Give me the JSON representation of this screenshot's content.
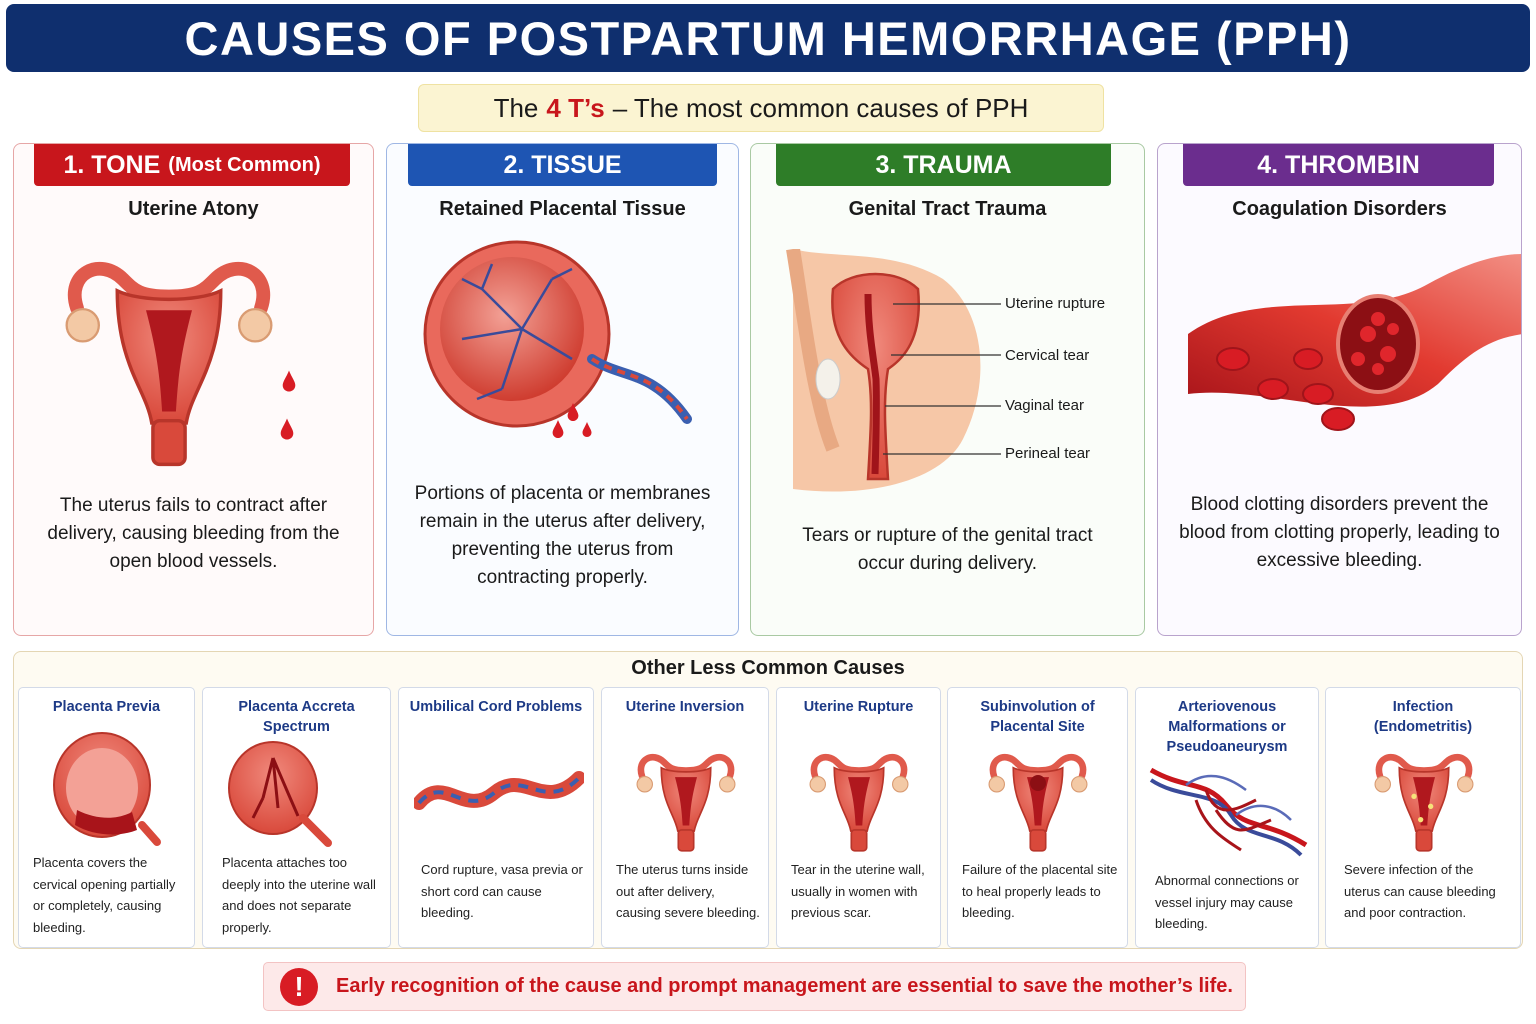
{
  "title": "CAUSES OF POSTPARTUM HEMORRHAGE (PPH)",
  "subtitle": {
    "pre": "The",
    "highlight": "4 T’s",
    "post": "– The most common causes of PPH"
  },
  "colors": {
    "title_bg": "#0f2f6e",
    "tone": "#c8161c",
    "tissue": "#1e55b3",
    "trauma": "#2e7d28",
    "thrombin": "#6b2d8e",
    "alert": "#c8161c"
  },
  "cards": [
    {
      "head": "1. TONE",
      "head_note": "(Most Common)",
      "sub": "Uterine Atony",
      "desc": "The uterus fails to contract after delivery, causing bleeding from the open blood vessels."
    },
    {
      "head": "2. TISSUE",
      "sub": "Retained Placental Tissue",
      "desc": "Portions of placenta or membranes remain in the uterus after delivery, preventing the uterus from contracting properly."
    },
    {
      "head": "3. TRAUMA",
      "sub": "Genital Tract Trauma",
      "desc": "Tears or rupture of the genital tract occur during delivery.",
      "labels": [
        "Uterine rupture",
        "Cervical tear",
        "Vaginal tear",
        "Perineal tear"
      ]
    },
    {
      "head": "4. THROMBIN",
      "sub": "Coagulation Disorders",
      "desc": "Blood clotting disorders prevent the blood from clotting properly, leading to excessive bleeding."
    }
  ],
  "other": {
    "title": "Other Less Common Causes",
    "items": [
      {
        "title": "Placenta Previa",
        "desc": "Placenta covers the cervical opening partially or completely, causing bleeding."
      },
      {
        "title": "Placenta Accreta Spectrum",
        "desc": "Placenta attaches too deeply into the uterine wall and does not separate properly."
      },
      {
        "title": "Umbilical Cord Problems",
        "desc": "Cord rupture, vasa previa or short cord can cause bleeding."
      },
      {
        "title": "Uterine Inversion",
        "desc": "The uterus turns inside out after delivery, causing severe bleeding."
      },
      {
        "title": "Uterine Rupture",
        "desc": "Tear in the uterine wall, usually in women with previous scar."
      },
      {
        "title": "Subinvolution of Placental Site",
        "desc": "Failure of the placental site to heal properly leads to bleeding."
      },
      {
        "title": "Arteriovenous Malformations or Pseudoaneurysm",
        "desc": "Abnormal connections or vessel injury may cause bleeding."
      },
      {
        "title": "Infection (Endometritis)",
        "desc": "Severe infection of the uterus can cause bleeding and poor contraction."
      }
    ]
  },
  "footer": {
    "icon": "exclamation-icon",
    "text": "Early recognition of the cause and prompt management are essential to save the mother’s life."
  }
}
